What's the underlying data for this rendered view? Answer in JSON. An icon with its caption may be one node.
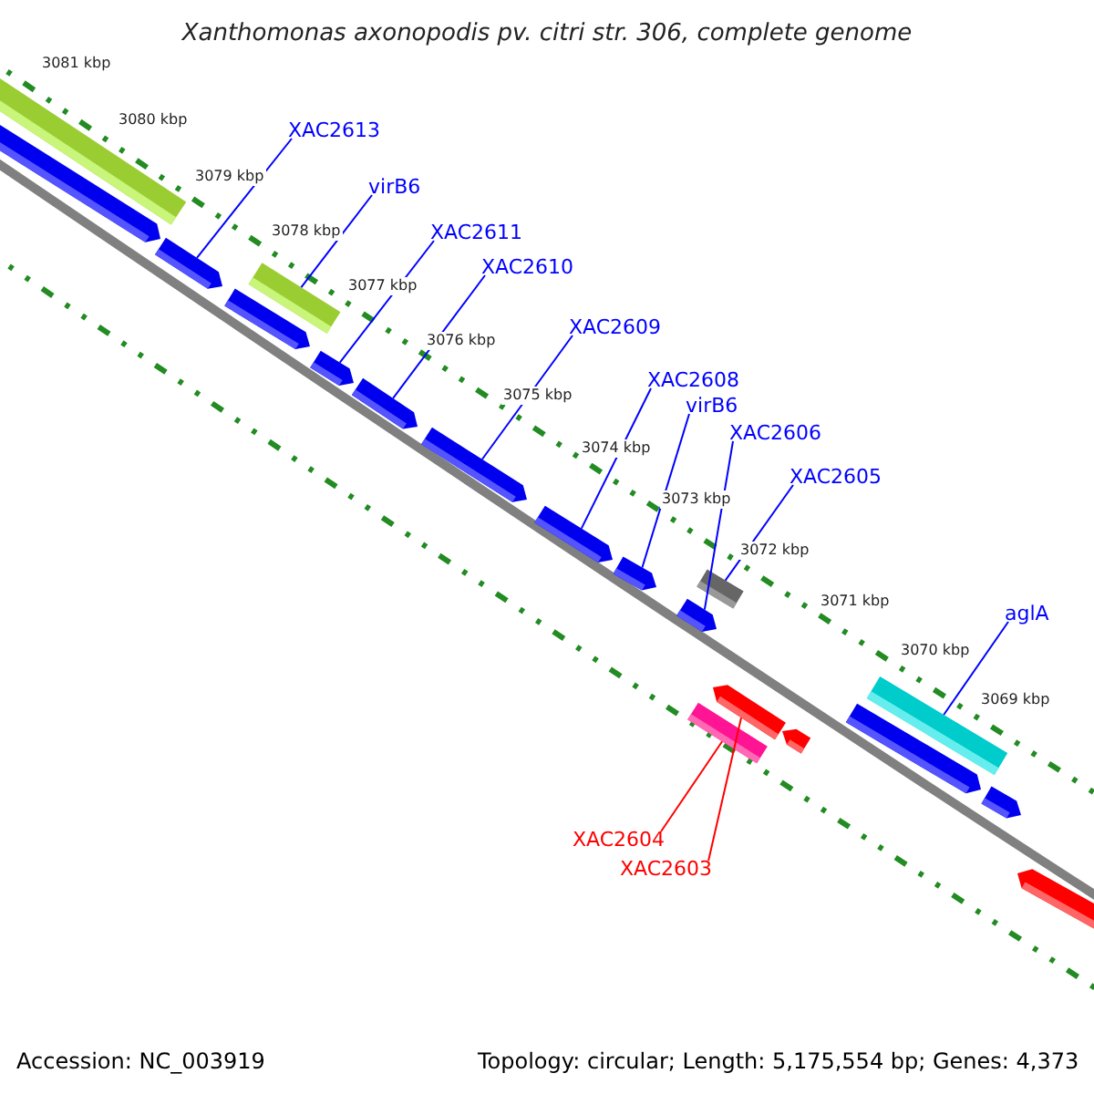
{
  "diagram": {
    "title": "Xanthomonas axonopodis pv. citri str. 306, complete genome",
    "nodes": [
      {
        "text": [
          "XAC2613"
        ]
      },
      {
        "text": [
          "virB6"
        ]
      },
      {
        "text": [
          "XAC2611"
        ]
      },
      {
        "text": [
          "XAC2610"
        ]
      },
      {
        "text": [
          "XAC2609"
        ]
      },
      {
        "text": [
          "XAC2608"
        ]
      },
      {
        "text": [
          "virB6"
        ]
      },
      {
        "text": [
          "XAC2606"
        ]
      },
      {
        "text": [
          "XAC2605"
        ]
      },
      {
        "text": [
          "aglA"
        ]
      },
      {
        "text": [
          "XAC2604"
        ]
      },
      {
        "text": [
          "XAC2603"
        ]
      },
      {
        "text": [],
        "shape": "bar"
      },
      {
        "text": [],
        "shape": "bar"
      },
      {
        "text": [],
        "shape": "bar"
      },
      {
        "text": [],
        "shape": "bar"
      },
      {
        "text": [],
        "shape": "bar"
      },
      {
        "text": [],
        "shape": "bar"
      },
      {
        "text": [],
        "shape": "bar"
      },
      {
        "text": [],
        "shape": "bar"
      },
      {
        "text": [],
        "shape": "bar"
      },
      {
        "text": [],
        "shape": "bar"
      },
      {
        "text": [],
        "shape": "bar"
      },
      {
        "text": [],
        "shape": "bar"
      },
      {
        "text": [],
        "shape": "bar"
      },
      {
        "text": [],
        "shape": "bar"
      },
      {
        "text": [],
        "shape": "bar"
      },
      {
        "text": [],
        "shape": "bar"
      },
      {
        "text": [],
        "shape": "bar"
      },
      {
        "text": [],
        "shape": "bar"
      },
      {
        "text": [],
        "shape": "bar"
      }
    ],
    "edges": [
      {
        "from": 0,
        "to": 14,
        "arrow": "none"
      },
      {
        "from": 1,
        "to": 16,
        "arrow": "none"
      },
      {
        "from": 2,
        "to": 17,
        "arrow": "none"
      },
      {
        "from": 3,
        "to": 18,
        "arrow": "none"
      },
      {
        "from": 4,
        "to": 19,
        "arrow": "none"
      },
      {
        "from": 5,
        "to": 20,
        "arrow": "none"
      },
      {
        "from": 6,
        "to": 21,
        "arrow": "none"
      },
      {
        "from": 7,
        "to": 22,
        "arrow": "none"
      },
      {
        "from": 8,
        "to": 24,
        "arrow": "none"
      },
      {
        "from": 9,
        "to": 28,
        "arrow": "none"
      },
      {
        "from": 10,
        "to": 23,
        "arrow": "none",
        "color": "#ff0000"
      },
      {
        "from": 11,
        "to": 25,
        "arrow": "none",
        "color": "#ff0000"
      }
    ],
    "labels": [
      "3081 kbp",
      "3080 kbp",
      "3079 kbp",
      "3078 kbp",
      "3077 kbp",
      "3076 kbp",
      "3075 kbp",
      "3074 kbp",
      "3073 kbp",
      "3072 kbp",
      "3071 kbp",
      "3070 kbp",
      "3069 kbp",
      "Accession: NC_003919",
      "Topology: circular; Length: 5,175,554 bp; Genes: 4,373"
    ]
  }
}
